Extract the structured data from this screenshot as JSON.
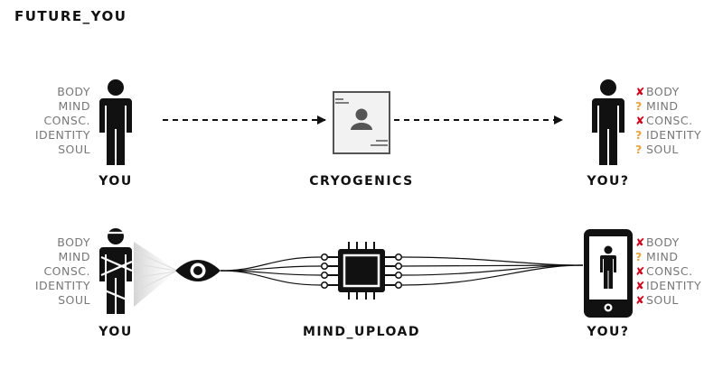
{
  "title": "FUTURE_YOU",
  "colors": {
    "x_mark": "#d0021b",
    "q_mark": "#e8a33d",
    "ink": "#111111",
    "attr": "#777777"
  },
  "rows": [
    {
      "left_attrs": [
        "BODY",
        "MIND",
        "CONSC.",
        "IDENTITY",
        "SOUL"
      ],
      "left_label": "YOU",
      "middle_label": "CRYOGENICS",
      "right_label": "YOU?",
      "right_attrs": [
        {
          "mark": "✘",
          "kind": "x",
          "label": "BODY"
        },
        {
          "mark": "?",
          "kind": "q",
          "label": "MIND"
        },
        {
          "mark": "✘",
          "kind": "x",
          "label": "CONSC."
        },
        {
          "mark": "?",
          "kind": "q",
          "label": "IDENTITY"
        },
        {
          "mark": "?",
          "kind": "q",
          "label": "SOUL"
        }
      ]
    },
    {
      "left_attrs": [
        "BODY",
        "MIND",
        "CONSC.",
        "IDENTITY",
        "SOUL"
      ],
      "left_label": "YOU",
      "middle_label": "MIND_UPLOAD",
      "right_label": "YOU?",
      "right_attrs": [
        {
          "mark": "✘",
          "kind": "x",
          "label": "BODY"
        },
        {
          "mark": "?",
          "kind": "q",
          "label": "MIND"
        },
        {
          "mark": "✘",
          "kind": "x",
          "label": "CONSC."
        },
        {
          "mark": "✘",
          "kind": "x",
          "label": "IDENTITY"
        },
        {
          "mark": "✘",
          "kind": "x",
          "label": "SOUL"
        }
      ]
    }
  ]
}
